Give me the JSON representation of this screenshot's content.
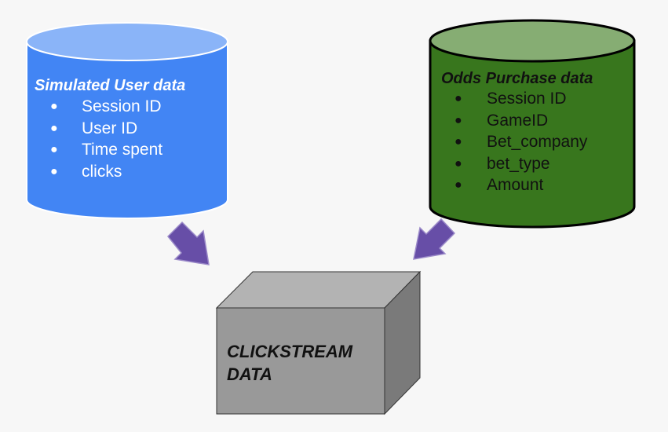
{
  "source_users": {
    "title": "Simulated User data",
    "fields": [
      "Session ID",
      "User ID",
      "Time spent",
      "clicks"
    ],
    "color": "#4285f4",
    "top_color": "#8ab4f8"
  },
  "source_odds": {
    "title": "Odds Purchase data",
    "fields": [
      "Session ID",
      "GameID",
      "Bet_company",
      "bet_type",
      "Amount"
    ],
    "color": "#38761d",
    "top_color": "#86ad73"
  },
  "target": {
    "line1": "CLICKSTREAM",
    "line2": "DATA",
    "color": "#999999"
  },
  "arrows": {
    "color": "#674ea7"
  },
  "bullet": "●"
}
